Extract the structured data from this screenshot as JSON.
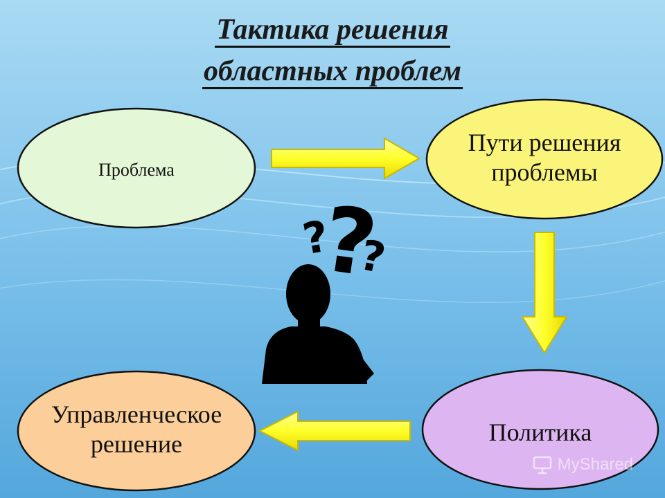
{
  "title": {
    "line1": "Тактика решения",
    "line2": "областных проблем"
  },
  "nodes": [
    {
      "id": "problem",
      "label": "Проблема",
      "color": "#e4f7d6"
    },
    {
      "id": "solutions",
      "label_line1": "Пути решения",
      "label_line2": "проблемы",
      "color": "#fbf47a"
    },
    {
      "id": "politics",
      "label": "Политика",
      "color": "#ddb6f1"
    },
    {
      "id": "decision",
      "label_line1": "Управленческое",
      "label_line2": "решение",
      "color": "#fccf9a"
    }
  ],
  "arrows": [
    "problem→solutions",
    "solutions→politics",
    "politics→decision"
  ],
  "figure": {
    "icon": "person-thinking-icon",
    "question_marks": [
      "?",
      "?",
      "?"
    ]
  },
  "watermark": {
    "text": "MyShared",
    "icon": "presentation-board-icon"
  },
  "colors": {
    "background_top": "#8fcdee",
    "background_bottom": "#4fa5dd",
    "arrow_fill": "#ffff33",
    "arrow_stroke": "#c9b800",
    "outline": "#111111"
  }
}
